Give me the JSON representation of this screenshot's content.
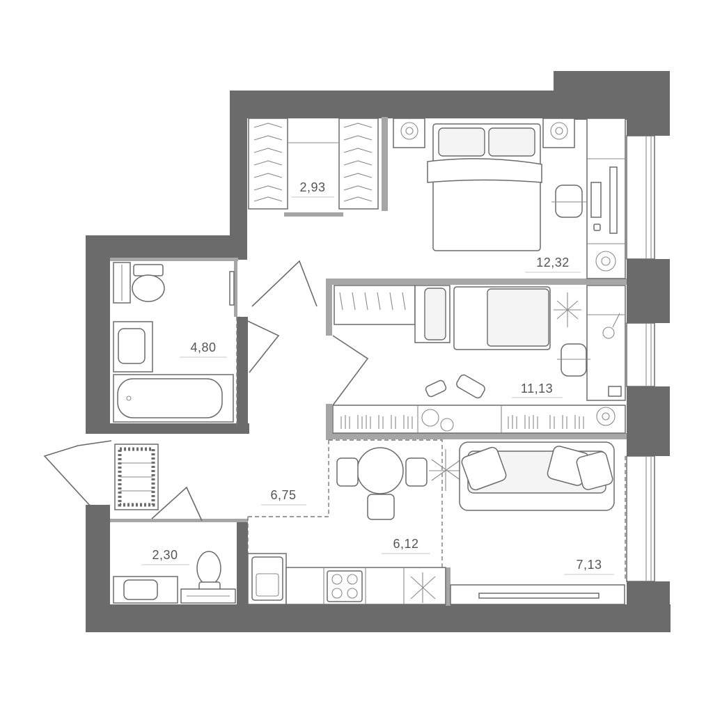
{
  "rooms": [
    {
      "id": "wardrobe",
      "area": "2,93"
    },
    {
      "id": "bedroom",
      "area": "12,32"
    },
    {
      "id": "bathroom",
      "area": "4,80"
    },
    {
      "id": "kids-room",
      "area": "11,13"
    },
    {
      "id": "hallway",
      "area": "6,75"
    },
    {
      "id": "kitchen",
      "area": "6,12"
    },
    {
      "id": "living-room",
      "area": "7,13"
    },
    {
      "id": "wc",
      "area": "2,30"
    }
  ],
  "colors": {
    "wall": "#6b6b6b",
    "partition": "#a6a6a6",
    "label": "#555555"
  }
}
